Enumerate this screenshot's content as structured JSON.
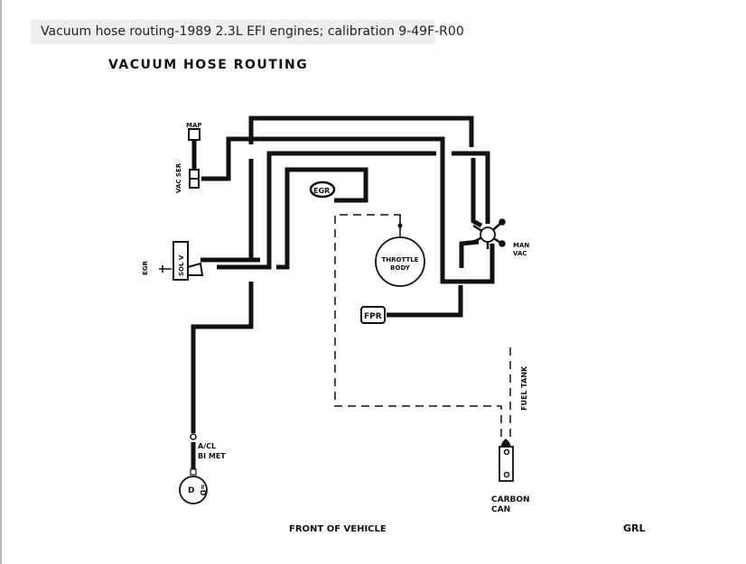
{
  "caption": "Vacuum hose routing-1989 2.3L EFI engines; calibration 9-49F-R00",
  "diagram": {
    "title": "VACUUM HOSE ROUTING",
    "labels": {
      "map": "MAP",
      "vac_ser": "VAC SER",
      "egr_side": "EGR",
      "sol_v": "SOL V",
      "egr_valve": "EGR",
      "throttle_body_1": "THROTTLE",
      "throttle_body_2": "BODY",
      "man_vac_1": "MAN",
      "man_vac_2": "VAC",
      "fpr": "FPR",
      "fuel_tank": "FUEL TANK",
      "ac_cl_1": "A/CL",
      "ac_cl_2": "BI MET",
      "carbon_can_1": "CARBON",
      "carbon_can_2": "CAN",
      "front_of_vehicle": "FRONT OF VEHICLE",
      "code": "GRL"
    }
  }
}
